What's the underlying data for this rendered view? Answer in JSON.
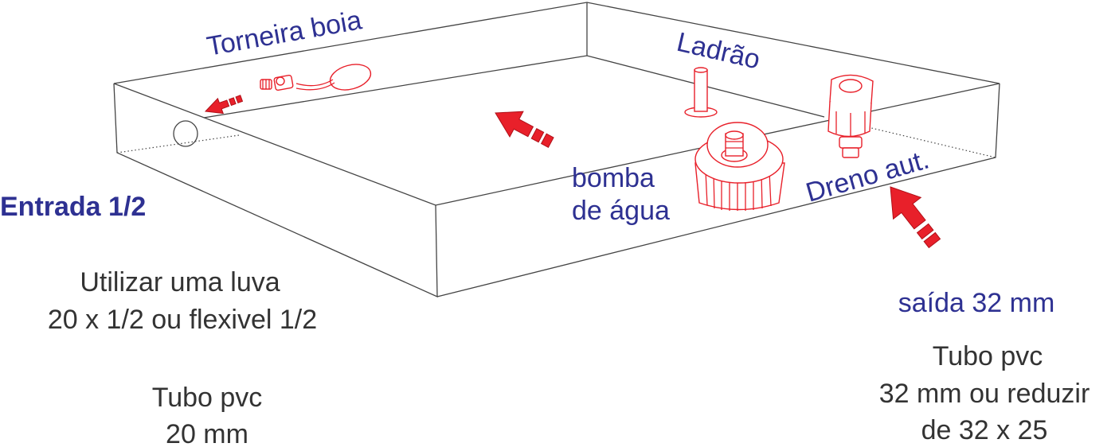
{
  "labels": {
    "torneira_boia": "Torneira boia",
    "ladrao": "Ladrão",
    "bomba_line1": "bomba",
    "bomba_line2": "de água",
    "dreno": "Dreno aut.",
    "entrada": "Entrada 1/2",
    "luva_line1": "Utilizar uma luva",
    "luva_line2": "20 x 1/2 ou flexivel 1/2",
    "tubo20_line1": "Tubo pvc",
    "tubo20_line2": "20 mm",
    "saida": "saída 32 mm",
    "tubo32_line1": "Tubo pvc",
    "tubo32_line2": "32 mm ou reduzir",
    "tubo32_line3": "de 32 x 25"
  },
  "colors": {
    "label_blue": "#2e3192",
    "label_dark": "#333333",
    "component_red": "#e8202a",
    "outline": "#444444"
  }
}
